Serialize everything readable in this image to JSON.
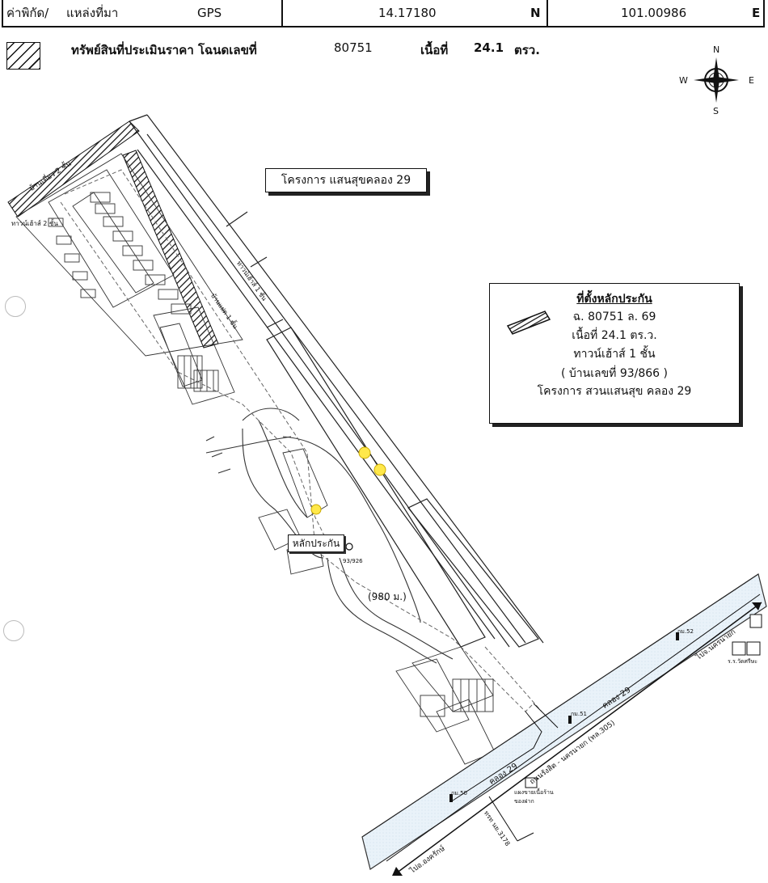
{
  "header": {
    "coord_label": "ค่าพิกัด/",
    "source_label": "แหล่งที่มา",
    "source_value": "GPS",
    "latitude": "14.17180",
    "lat_dir": "N",
    "longitude": "101.00986",
    "lon_dir": "E"
  },
  "legend": {
    "text": "ทรัพย์สินที่ประเมินราคา โฉนดเลขที่",
    "deed_no": "80751",
    "area_label": "เนื้อที่",
    "area_value": "24.1",
    "area_unit": "ตรว."
  },
  "compass": {
    "n": "N",
    "s": "S",
    "e": "E",
    "w": "W"
  },
  "map": {
    "project_title": "โครงการ แสนสุขคลอง 29",
    "collateral_pin": "หลักประกัน",
    "distance": "(980 ม.)",
    "canal_label_1": "คลอง 29",
    "canal_label_2": "คลอง 29",
    "road_label": "ถนนรังสิต - นครนายก (ทล.305)",
    "road_label_2": "ทรท นย.3178",
    "direction_east": "ไปจ.นครนายก",
    "direction_west": "ไปอ.องครักษ์",
    "landmark_1": "ร.ร.วัดศรีษะ",
    "landmark_2": "แผงขายเนื้อร้านของฝาก",
    "km_marker_1": "กม.52",
    "km_marker_2": "กม.51",
    "km_marker_3": "กม.50",
    "house_no_small": "93/926",
    "top_label": "บ้านเดี่ยว 2 ชั้น",
    "side_label": "ทาวน์เฮ้าส์ 2 ชั้น",
    "side_label_2": "ทาวน์เฮ้าส์ 1 ชั้น",
    "side_label_3": "บ้านแฝด 1 ชั้น"
  },
  "info_box": {
    "title": "ที่ตั้งหลักประกัน",
    "deed": "ฉ. 80751 ล. 69",
    "area": "เนื้อที่ 24.1 ตร.ว.",
    "type": "ทาวน์เฮ้าส์ 1 ชั้น",
    "house_no": "( บ้านเลขที่ 93/866 )",
    "project": "โครงการ สวนแสนสุข คลอง 29"
  }
}
